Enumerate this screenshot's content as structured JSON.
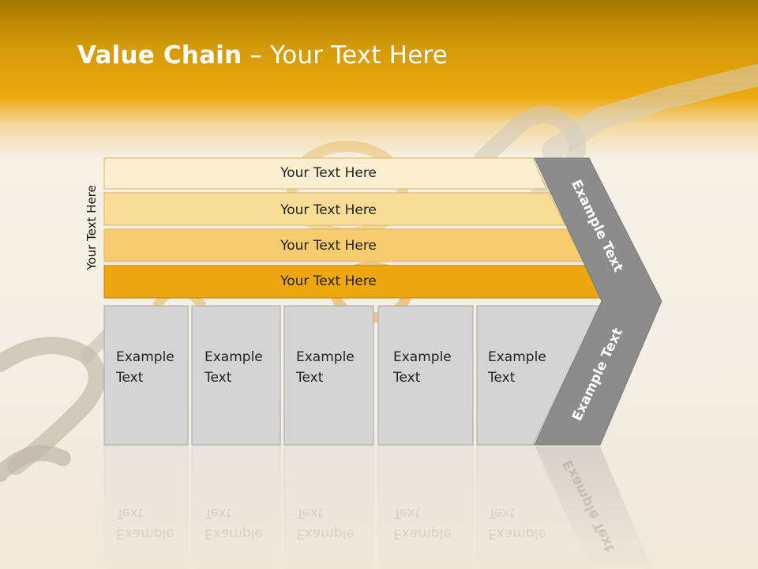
{
  "title": {
    "bold": "Value Chain",
    "rest": " – Your Text Here"
  },
  "side_label": "Your Text Here",
  "bars": [
    {
      "label": "Your Text Here",
      "color": "#fcefcf"
    },
    {
      "label": "Your Text Here",
      "color": "#f9dd94"
    },
    {
      "label": "Your Text Here",
      "color": "#f6cc6e"
    },
    {
      "label": "Your Text Here",
      "color": "#eea70e"
    }
  ],
  "boxes": [
    {
      "line1": "Example",
      "line2": "Text"
    },
    {
      "line1": "Example",
      "line2": "Text"
    },
    {
      "line1": "Example",
      "line2": "Text"
    },
    {
      "line1": "Example",
      "line2": "Text"
    },
    {
      "line1": "Example",
      "line2": "Text"
    }
  ],
  "chevron": {
    "top_label": "Example Text",
    "bottom_label": "Example Text",
    "color": "#8c8c8c"
  },
  "colors": {
    "header": "#eda90f",
    "box_fill": "#d4d4d4",
    "box_border": "#a8a8a8"
  }
}
